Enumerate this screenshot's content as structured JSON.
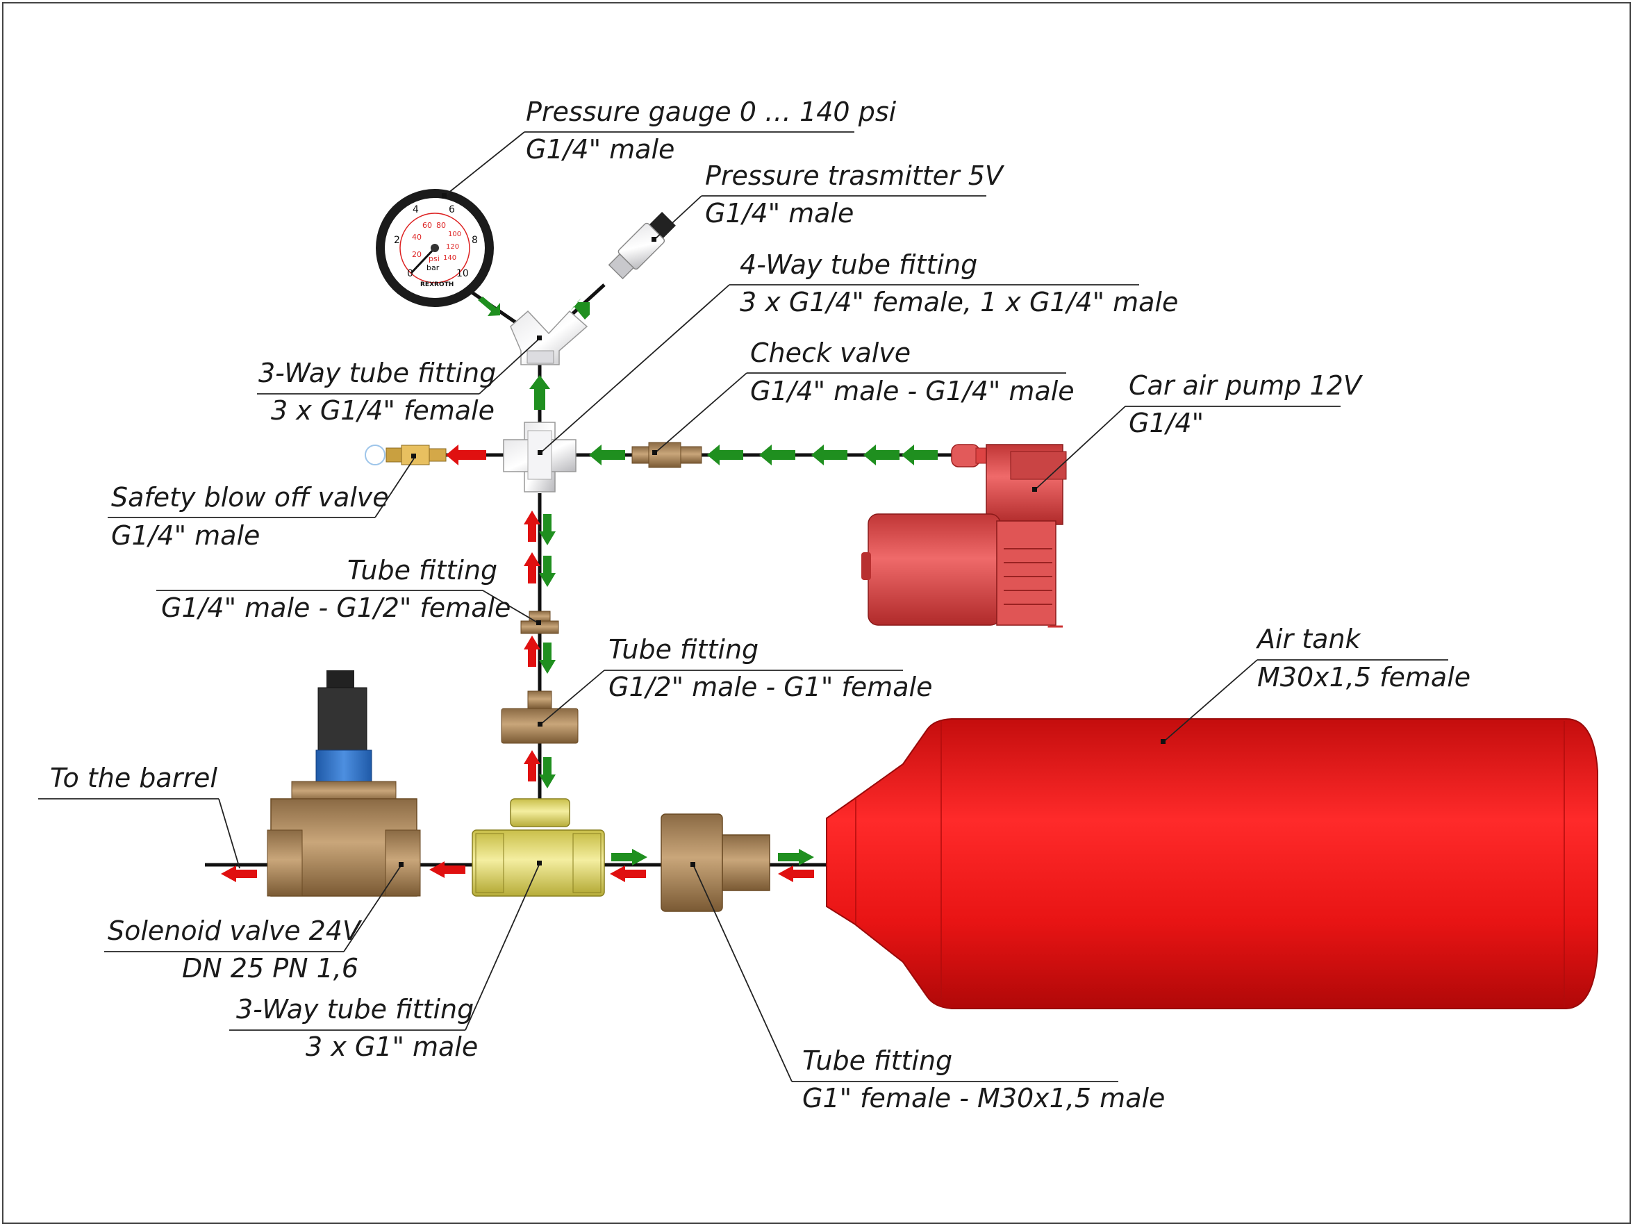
{
  "colors": {
    "flow_in": "#1f8f1f",
    "flow_out": "#e01010",
    "tank": "#e31b1b",
    "pump": "#d94a4a",
    "brass": "#b08a5a",
    "yellow_brass": "#e6de7a",
    "valve_coil": "#2c6fc4"
  },
  "labels": {
    "gauge_title": "Pressure gauge 0 … 140 psi",
    "gauge_sub": "G1/4\" male",
    "transmitter_title": "Pressure trasmitter 5V",
    "transmitter_sub": "G1/4\" male",
    "fourway_title": "4-Way tube fitting",
    "fourway_sub": "3 x G1/4\" female, 1 x G1/4\" male",
    "threeway_top_title": "3-Way tube fitting",
    "threeway_top_sub": "3 x G1/4\" female",
    "check_title": "Check valve",
    "check_sub": "G1/4\" male - G1/4\" male",
    "pump_title": "Car air pump 12V",
    "pump_sub": "G1/4\"",
    "safety_title": "Safety blow off valve",
    "safety_sub": "G1/4\" male",
    "tube1_title": "Tube fitting",
    "tube1_sub": "G1/4\" male - G1/2\" female",
    "tube2_title": "Tube fitting",
    "tube2_sub": "G1/2\" male - G1\" female",
    "tank_title": "Air tank",
    "tank_sub": "M30x1,5 female",
    "barrel": "To the barrel",
    "solenoid_title": "Solenoid valve 24V",
    "solenoid_sub": "DN 25 PN 1,6",
    "threeway_bottom_title": "3-Way tube fitting",
    "threeway_bottom_sub": "3 x G1\" male",
    "tube3_title": "Tube fitting",
    "tube3_sub": "G1\" female - M30x1,5 male"
  },
  "gauge": {
    "bar_ticks": [
      "0",
      "2",
      "4",
      "6",
      "8",
      "10"
    ],
    "psi_ticks": [
      "20",
      "40",
      "60",
      "80",
      "100",
      "120",
      "140"
    ],
    "unit_bar": "bar",
    "unit_psi": "psi",
    "brand": "REXROTH"
  }
}
